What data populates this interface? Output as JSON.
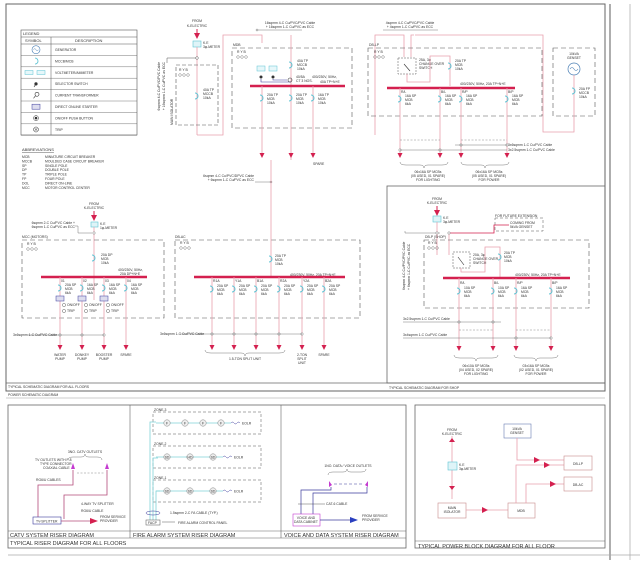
{
  "colors": {
    "bus": "#d4204f",
    "feeder": "#e8a0ae",
    "breaker": "#5fc3d3",
    "border": "#555555",
    "control": "#3b3b9c",
    "voice_data": "#c43bd0",
    "catv": "#b44b7a",
    "fire": "#7fd3d8"
  },
  "legend": {
    "title": "LEGEND",
    "col_symbol": "SYMBOL",
    "col_description": "DESCRIPTION",
    "items": [
      {
        "icon": "generator-icon",
        "label": "GENERATOR"
      },
      {
        "icon": "mccb-mcb-icon",
        "label": "MCCB/MCB"
      },
      {
        "icon": "voltmeter-ammeter-icon",
        "label": "VOLTMETER/AMMETER"
      },
      {
        "icon": "selector-switch-icon",
        "label": "SELECTOR SWITCH"
      },
      {
        "icon": "current-transformer-icon",
        "label": "CURRENT TRANSFORMER"
      },
      {
        "icon": "direct-online-starter-icon",
        "label": "DIRECT ONLINE STARTER"
      },
      {
        "icon": "on-off-push-button-icon",
        "label": "ON/OFF PUSH BUTTON"
      },
      {
        "icon": "trip-icon",
        "label": "TRIP"
      }
    ]
  },
  "abbreviations": {
    "title": "ABBREVIATIONS",
    "items": [
      {
        "abbr": "MCB",
        "meaning": "MINIATURE CIRCUIT BREAKER"
      },
      {
        "abbr": "MCCB",
        "meaning": "MOULDED CASE CIRCUIT BREAKER"
      },
      {
        "abbr": "SP",
        "meaning": "SINGLE POLE"
      },
      {
        "abbr": "DP",
        "meaning": "DOUBLE POLE"
      },
      {
        "abbr": "TP",
        "meaning": "TRIPLE POLE"
      },
      {
        "abbr": "FP",
        "meaning": "FOUR POLE"
      },
      {
        "abbr": "DOL",
        "meaning": "DIRECT ON-LINE"
      },
      {
        "abbr": "MCC",
        "meaning": "MOTOR CONTROL CENTER"
      }
    ]
  },
  "main_supply": {
    "from": [
      "FROM",
      "K-ELECTRIC"
    ],
    "meter": [
      "K.E",
      "3φ-METER"
    ],
    "cable_isolator": [
      "6sqmm 4-C Cu/PVC/PVC Cable",
      "+ 16sqmm 1-C Cu/PVC as ECC"
    ],
    "isolator_label": "MAIN ISOLATOR",
    "isolator_rst": "R Y B",
    "isolator_breaker": [
      "40A TP",
      "MCCB",
      "10kA"
    ],
    "cable_mdb": [
      "16sqmm 4-C Cu/PVC/PVC Cable",
      "+ 16sqmm 1-C Cu/PVC as ECC"
    ]
  },
  "mdb": {
    "label": "MDB",
    "rst": "R Y B",
    "incomer": [
      "40A TP",
      "MCCB",
      "10kA"
    ],
    "ct": [
      "40/5A",
      "CT 3 NOS."
    ],
    "bus": [
      "400/230V, 50Hz,",
      "40A TP+N+E"
    ],
    "outgoings": [
      [
        "20A TP",
        "MCB",
        "10kA"
      ],
      [
        "20A TP",
        "MCB",
        "10kA"
      ],
      [
        "16A TP",
        "MCB",
        "10kA"
      ]
    ],
    "spare": "SPARE",
    "cable_dbac": [
      "6sqmm 4-C Cu/PVC/DPVC Cable",
      "+ 6sqmm 1-C Cu/PVC as ECC"
    ]
  },
  "dblp": {
    "label": "DB-LP",
    "rst": "R Y B",
    "cable_in": [
      "4sqmm 4-C Cu/PVC/PVC Cable",
      "+ 4sqmm 1-C Cu/PVC as ECC"
    ],
    "changeover": [
      "25A, 3φ",
      "CHANGE OVER",
      "SWITCH"
    ],
    "incomer": [
      "20A TP",
      "MCB",
      "10kA"
    ],
    "bus": "400/230V, 50Hz, 20A TP+N+E",
    "circuits": [
      {
        "id": "R/L",
        "rating": [
          "16A SP",
          "MCB",
          "6kA"
        ]
      },
      {
        "id": "B/L",
        "rating": [
          "16A SP",
          "MCB",
          "6kA"
        ]
      },
      {
        "id": "R/P",
        "rating": [
          "16A SP",
          "MCB",
          "6kA"
        ]
      },
      {
        "id": "B/P",
        "rating": [
          "16A SP",
          "MCB",
          "6kA"
        ]
      }
    ],
    "cable_1": "3x6sqmm 1-C Cu/PVC Cable",
    "cable_2": "3x2.5sqmm 1-C Cu/PVC Cable",
    "group_lighting": [
      "06x16A SP MCBs",
      "(05 USED, 01 SPARE)",
      "FOR LIGHTING"
    ],
    "group_power": [
      "06x16A SP MCBs",
      "(05 USED, 01 SPARE)",
      "FOR POWER"
    ]
  },
  "genset": {
    "rating": [
      "10kVA",
      "GENSET"
    ],
    "breaker": [
      "20A FP",
      "MCCB",
      "10kA"
    ]
  },
  "mcc": {
    "label": "MCC (MOTORS)",
    "rst": "R Y B",
    "from": [
      "FROM",
      "K-ELECTRIC"
    ],
    "meter": [
      "K.E",
      "1φ-METER"
    ],
    "cable_in": [
      "6sqmm 2-C Cu/PVC Cable +",
      "6sqmm 1-C Cu/PVC as ECC"
    ],
    "incomer": [
      "20A DP",
      "MCB",
      "10kA"
    ],
    "bus": [
      "400/230V, 50Hz,",
      "20A DP+N+E"
    ],
    "circuits": [
      {
        "id": "01",
        "rating": [
          "20A SP",
          "MCB",
          "6kA"
        ],
        "load": [
          "WATER",
          "PUMP"
        ],
        "dol": true
      },
      {
        "id": "02",
        "rating": [
          "16A SP",
          "MCB",
          "6kA"
        ],
        "load": [
          "DONKEY",
          "PUMP"
        ],
        "dol": true
      },
      {
        "id": "03",
        "rating": [
          "16A SP",
          "MCB",
          "6kA"
        ],
        "load": [
          "BOOSTER",
          "PUMP"
        ],
        "dol": true
      },
      {
        "id": "04",
        "rating": [
          "16A SP",
          "MCB",
          "6kA"
        ],
        "load": [
          "SPARE"
        ],
        "dol": false
      }
    ],
    "on_off": "ON/OFF",
    "trip": "TRIP",
    "cable_out": "3x6sqmm 1-C Cu/PVC Cable"
  },
  "dbac": {
    "label": "DB-AC",
    "rst": "R Y B",
    "incomer": [
      "20A TP",
      "MCB",
      "10kA"
    ],
    "bus": "400/230V, 50Hz, 20A TP+N+E",
    "circuits": [
      {
        "id": "R1A",
        "rating": [
          "20A SP",
          "MCB",
          "6kA"
        ]
      },
      {
        "id": "Y1A",
        "rating": [
          "20A SP",
          "MCB",
          "6kA"
        ]
      },
      {
        "id": "B1A",
        "rating": [
          "20A SP",
          "MCB",
          "6kA"
        ]
      },
      {
        "id": "R2A",
        "rating": [
          "20A SP",
          "MCB",
          "6kA"
        ]
      },
      {
        "id": "Y2A",
        "rating": [
          "20A SP",
          "MCB",
          "6kA"
        ]
      },
      {
        "id": "B2A",
        "rating": [
          "20A SP",
          "MCB",
          "6kA"
        ]
      }
    ],
    "cable_out": "3x6sqmm 1-C Cu/PVC Cable",
    "load_split": "1.5-TON SPLIT UNIT",
    "load_2ton": [
      "2-TON",
      "SPLIT",
      "UNIT"
    ],
    "spare": "SPARE"
  },
  "shop": {
    "from": [
      "FROM",
      "K-ELECTRIC"
    ],
    "meter": [
      "K.E",
      "3φ-METER"
    ],
    "future": [
      "FOR FUTURE EXTENSION",
      "COMING FROM",
      "5kVA GENSET"
    ],
    "cable_in": [
      "6sqmm 4-C Cu/PVC/PVC Cable",
      "+ 6sqmm 1-C Cu/PVC as ECC"
    ],
    "label": "DB-P (SHOP)",
    "rst": "R Y B",
    "changeover": [
      "20A, 3φ",
      "CHANGE OVER",
      "SWITCH"
    ],
    "incomer": [
      "20A TP",
      "MCB",
      "10kA"
    ],
    "bus": "400/230V, 50Hz, 20A TP+N+E",
    "circuits": [
      {
        "id": "R/L",
        "rating": [
          "10A SP",
          "MCB",
          "6kA"
        ]
      },
      {
        "id": "B/L",
        "rating": [
          "10A SP",
          "MCB",
          "6kA"
        ]
      },
      {
        "id": "R/P",
        "rating": [
          "16A SP",
          "MCB",
          "6kA"
        ]
      },
      {
        "id": "B/P",
        "rating": [
          "16A SP",
          "MCB",
          "6kA"
        ]
      }
    ],
    "cable_1": "3x2.5sqmm 1-C Cu/PVC Cable",
    "cable_2": "3x4sqmm 1-C Cu/PVC Cable",
    "group_lighting": [
      "06x10A SP MCBs",
      "(04 USED, 02 SPARE)",
      "FOR LIGHTING"
    ],
    "group_power": [
      "03x16A SP MCBs",
      "(02 USED, 01 SPARE)",
      "FOR POWER"
    ],
    "title": "TYPICAL SCHEMATIC DIAGRAM FOR SHOP"
  },
  "titles": {
    "floors": "TYPICAL SCHEMATIC DIAGRAM FOR ALL FLOORS",
    "power": "POWER SCHEMATIC DIAGRAM",
    "catv": "CATV SYSTEM RISER DIAGRAM",
    "riser_all": "TYPICAL RISER DIAGRAM FOR ALL FLOORS",
    "fire": "FIRE ALARM SYSTEM RISER DIAGRAM",
    "voice": "VOICE AND DATA SYSTEM RISER DIAGRAM",
    "block": "TYPICAL POWER BLOCK DIAGRAM FOR ALL FLOOR"
  },
  "catv": {
    "outlets": "3NO. CATV OUTLETS",
    "tv_outlets": [
      "TV OUTLETS WITH F-8",
      "TYPE CONNECTOR",
      "COAXIAL CABLE"
    ],
    "rg6": "RG6/U CABLES",
    "splitter_note": "4-WAY TV SPLITTER",
    "rg6_single": "RG6/U CABLE",
    "splitter": "TV-SPLITTER",
    "from": [
      "FROM SERVICE",
      "PROVIDER"
    ]
  },
  "fire": {
    "zones": [
      {
        "label": "ZONE-3",
        "devices": [
          "F",
          "F",
          "F",
          "F"
        ]
      },
      {
        "label": "ZONE-2",
        "devices": [
          "SD",
          "HD",
          "SD"
        ]
      },
      {
        "label": "ZONE-1",
        "devices": [
          "SD",
          "SD",
          "SD"
        ]
      }
    ],
    "eolr": "EOLR",
    "cable": "1.5sqmm 2-C FA CABLE (TYP.)",
    "facp": "FACP",
    "facp_label": "FIRE ALARM CONTROL PANEL"
  },
  "voice": {
    "outlets": "1NO. DATA / VOICE OUTLETS",
    "cable": "CAT-6 CABLE",
    "cabinet": [
      "VOICE AND",
      "DATA CABINET"
    ],
    "from": [
      "FROM SERVICE",
      "PROVIDER"
    ]
  },
  "block": {
    "from": [
      "FROM",
      "K-ELECTRIC"
    ],
    "meter": [
      "K.E",
      "3φ-METER"
    ],
    "genset": [
      "10kVA",
      "GENSET"
    ],
    "main_isolator": [
      "MAIN",
      "ISOLATOR"
    ],
    "mdb": "MDB",
    "dblp": "DB-LP",
    "dbac": "DB-AC"
  }
}
